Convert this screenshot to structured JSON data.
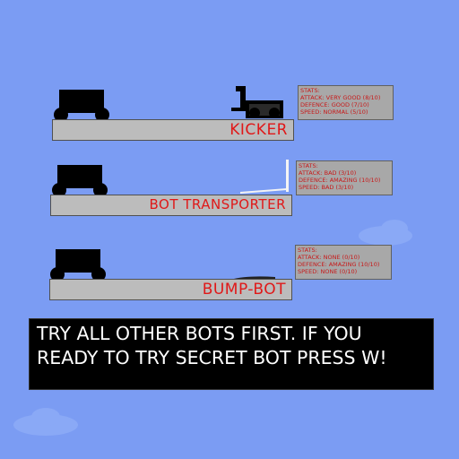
{
  "bots": [
    {
      "name": "KICKER",
      "stats_title": "STATS:",
      "attack": "ATTACK: VERY GOOD (8/10)",
      "defence": "DEFENCE: GOOD (7/10)",
      "speed": "SPEED: NORMAL (5/10)"
    },
    {
      "name": "BOT TRANSPORTER",
      "stats_title": "STATS:",
      "attack": "ATTACK: BAD (3/10)",
      "defence": "DEFENCE: AMAZING (10/10)",
      "speed": "SPEED: BAD (3/10)"
    },
    {
      "name": "BUMP-BOT",
      "stats_title": "STATS:",
      "attack": "ATTACK: NONE (0/10)",
      "defence": "DEFENCE: AMAZING (10/10)",
      "speed": "SPEED: NONE (0/10)"
    }
  ],
  "banner": {
    "text": "TRY ALL OTHER BOTS FIRST. IF YOU\nREADY TO TRY SECRET BOT PRESS W!"
  },
  "colors": {
    "sky": "#7b9cf3",
    "platform": "#bcbcbc",
    "name_text": "#e01818",
    "stats_text": "#c81818"
  },
  "icons": [
    "player-bot-icon",
    "kicker-bot-icon",
    "transporter-ramp-icon",
    "bump-bot-icon",
    "cloud-icon"
  ]
}
